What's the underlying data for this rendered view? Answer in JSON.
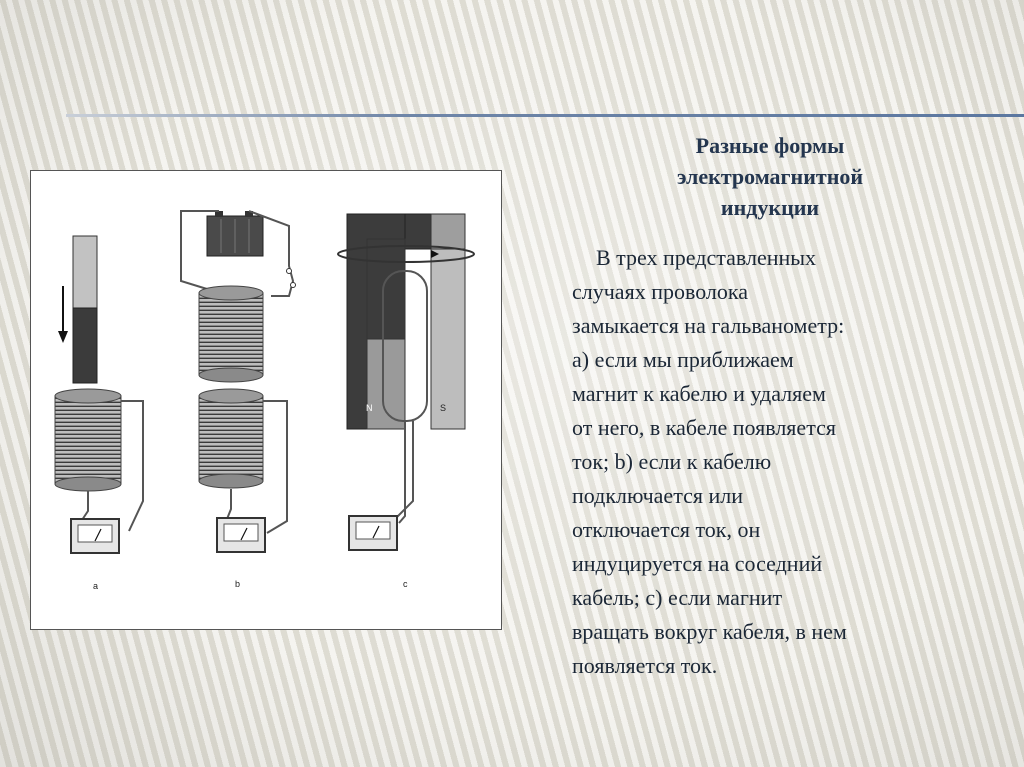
{
  "slide": {
    "title_lines": [
      "Разные формы",
      "электромагнитной",
      "индукции"
    ],
    "body_lines": [
      "В трех представленных",
      "случаях проволока",
      "замыкается на гальванометр:",
      "a) если мы приближаем",
      "магнит к кабелю и удаляем",
      "от него, в кабеле появляется",
      "ток; b) если к кабелю",
      "подключается или",
      "отключается ток, он",
      "индуцируется на соседний",
      "кабель; c) если магнит",
      "вращать вокруг кабеля, в нем",
      "появляется ток."
    ]
  },
  "figure": {
    "panel_labels": [
      "a",
      "b",
      "c"
    ],
    "magnet_poles": [
      "N",
      "S"
    ]
  },
  "colors": {
    "title": "#24364f",
    "text": "#1b2736",
    "accent_line": "#5b77a0"
  }
}
